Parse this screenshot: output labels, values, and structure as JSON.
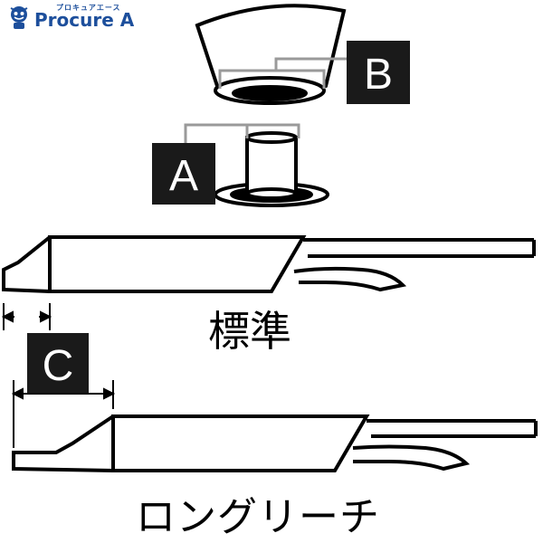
{
  "logo": {
    "text": "Procure A",
    "kana": "プロキュアエース",
    "icon": "mascot-icon",
    "color": "#1d4f9c"
  },
  "labels": {
    "a": "A",
    "b": "B",
    "c": "C"
  },
  "captions": {
    "standard": "標準",
    "long_reach": "ロングリーチ"
  },
  "colors": {
    "line": "#000000",
    "callout": "#9a9a9a",
    "label_bg": "#1a1a1a",
    "label_text": "#ffffff"
  }
}
